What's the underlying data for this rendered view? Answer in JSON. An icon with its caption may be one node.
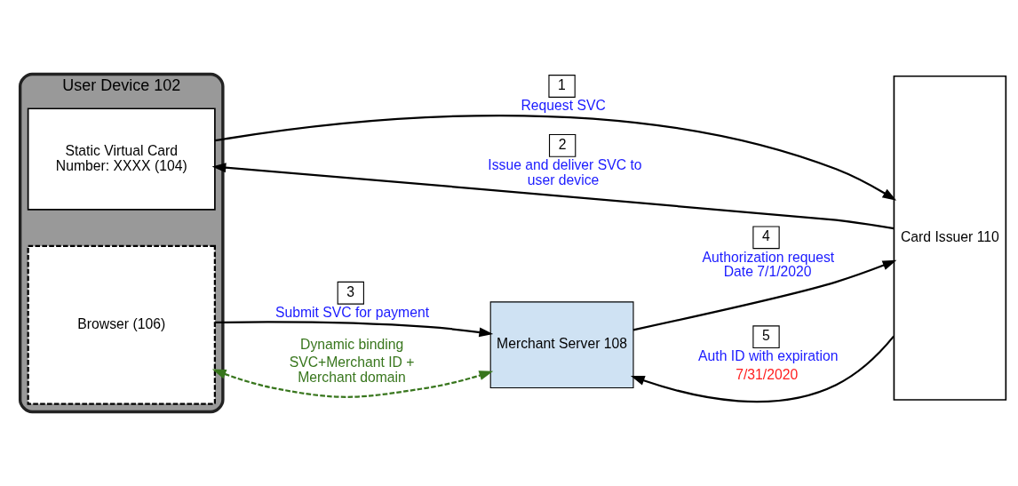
{
  "diagram": {
    "nodes": [
      {
        "text": [
          "User Device 102"
        ]
      },
      {
        "text": [
          "Static Virtual Card Number: XXXX (104)"
        ],
        "in": 0
      },
      {
        "text": [
          "Browser (106)"
        ],
        "in": 0
      },
      {
        "text": [
          "Merchant Server 108"
        ]
      },
      {
        "text": [
          "Card Issuer 110"
        ]
      }
    ],
    "edges": [
      {
        "from": 1,
        "to": 4,
        "arrow": "to",
        "label": "Request SVC"
      },
      {
        "from": 4,
        "to": 1,
        "arrow": "to",
        "label": "Issue and deliver SVC to user device"
      },
      {
        "from": 2,
        "to": 3,
        "arrow": "to",
        "label": "Submit SVC for payment"
      },
      {
        "from": 2,
        "to": 3,
        "arrow": "both",
        "label": "Dynamic binding",
        "style": "dashed",
        "color": "#38761d"
      },
      {
        "from": 3,
        "to": 4,
        "arrow": "to",
        "label": "Authorization request Date 7/1/2020"
      },
      {
        "from": 4,
        "to": 3,
        "arrow": "to",
        "label": "Auth ID with expiration"
      }
    ],
    "labels": [
      "1",
      "2",
      "3",
      "4",
      "5",
      "7/31/2020",
      "SVC+Merchant ID + Merchant domain"
    ]
  }
}
